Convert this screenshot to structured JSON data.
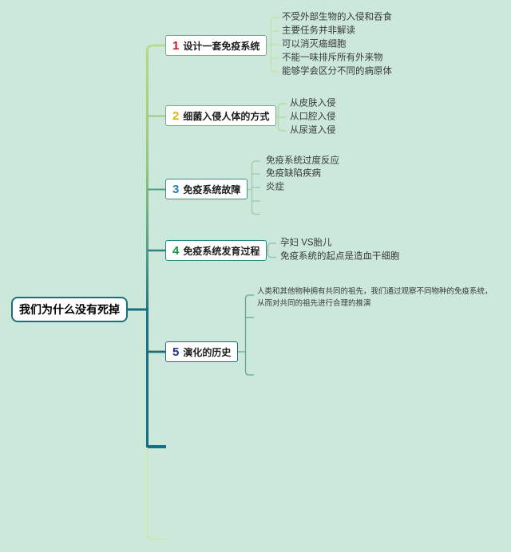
{
  "root": {
    "label": "我们为什么没有死掉"
  },
  "branches": [
    {
      "number": "1",
      "label": "设计一套免疫系统",
      "number_color": "#c7181f",
      "border_color": "#84a38c",
      "line_color": "#b8db7b",
      "children": [
        "不受外部生物的入侵和吞食",
        "主要任务并非解读",
        "可以消灭癌细胞",
        "不能一味排斥所有外来物",
        "能够学会区分不同的病原体"
      ]
    },
    {
      "number": "2",
      "label": "细菌入侵人体的方式",
      "number_color": "#e2b31c",
      "border_color": "#7fa489",
      "line_color": "#9ccb7c",
      "children": [
        "从皮肤入侵",
        "从口腔入侵",
        "从尿道入侵"
      ]
    },
    {
      "number": "3",
      "label": "免疫系统故障",
      "number_color": "#2180c4",
      "border_color": "#3b8d89",
      "line_color": "#4f9d86",
      "children": [
        "免疫系统过度反应",
        "免疫缺陷疾病",
        "炎症"
      ]
    },
    {
      "number": "4",
      "label": "免疫系统发育过程",
      "number_color": "#129b45",
      "border_color": "#2a8186",
      "line_color": "#2b8487",
      "children": [
        "孕妇 VS胎儿",
        "免疫系统的起点是造血干细胞"
      ]
    },
    {
      "number": "5",
      "label": "演化的历史",
      "number_color": "#232f8e",
      "border_color": "#1e6f7c",
      "line_color": "#176e7d",
      "children": [
        "人类和其他物种拥有共同的祖先，我们通过观察不同物种的免疫系统，从而对共同的祖先进行合理的推演"
      ]
    }
  ],
  "colors": {
    "background": "#cbe8da",
    "trunk_top": "#b8db7b",
    "trunk_bottom": "#156f7e",
    "node_fill": "#ffffff",
    "leaf_text": "#3a3a3a"
  }
}
